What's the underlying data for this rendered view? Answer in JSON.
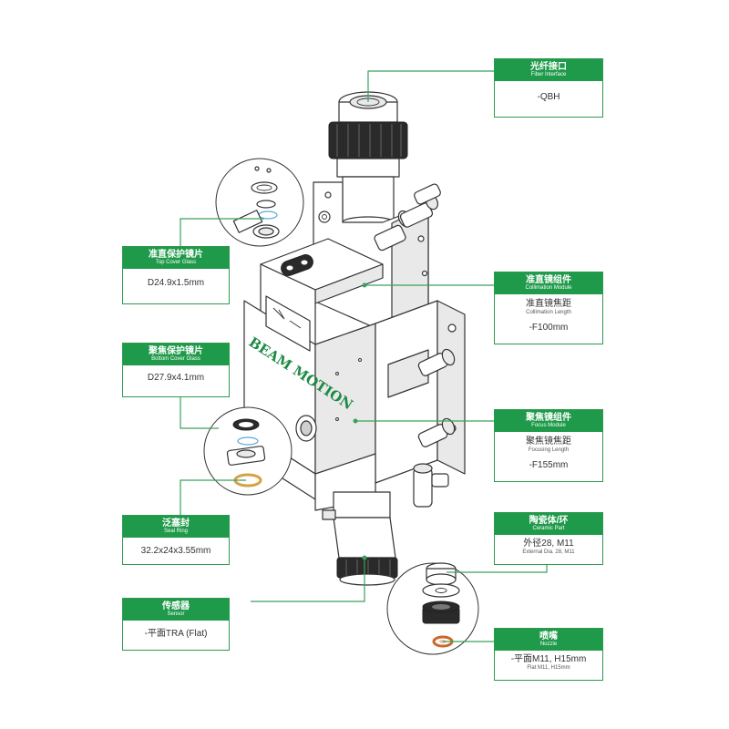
{
  "brand_text": "BEAM MOTION",
  "colors": {
    "accent": "#1f9a4a",
    "line": "#3aa15a",
    "outline": "#333333",
    "ring": "#d4a341",
    "nozzle": "#c9692c"
  },
  "callouts": {
    "fiber": {
      "zh": "光纤接口",
      "en": "Fiber Interface",
      "value": "-QBH"
    },
    "top_cover": {
      "zh": "准直保护镜片",
      "en": "Top Cover Glass",
      "value": "D24.9x1.5mm"
    },
    "collimation": {
      "zh": "准直镜组件",
      "en": "Collimation Module",
      "sub_zh": "准直镜焦距",
      "sub_en": "Collimation Length",
      "value": "-F100mm"
    },
    "bottom_cover": {
      "zh": "聚焦保护镜片",
      "en": "Bottom Cover Glass",
      "value": "D27.9x4.1mm"
    },
    "focus": {
      "zh": "聚焦镜组件",
      "en": "Focus Module",
      "sub_zh": "聚焦镜焦距",
      "sub_en": "Focusing Length",
      "value": "-F155mm"
    },
    "seal": {
      "zh": "泛塞封",
      "en": "Seal Ring",
      "value": "32.2x24x3.55mm"
    },
    "ceramic": {
      "zh": "陶瓷体/环",
      "en": "Ceramic Part",
      "value": "外径28, M11",
      "value_en": "External Dia. 28, M11"
    },
    "sensor": {
      "zh": "传感器",
      "en": "Sensor",
      "value": "-平面TRA (Flat)"
    },
    "nozzle": {
      "zh": "喷嘴",
      "en": "Nozzle",
      "value": "-平面M11, H15mm",
      "value_en": "Flat M11, H15mm"
    }
  }
}
